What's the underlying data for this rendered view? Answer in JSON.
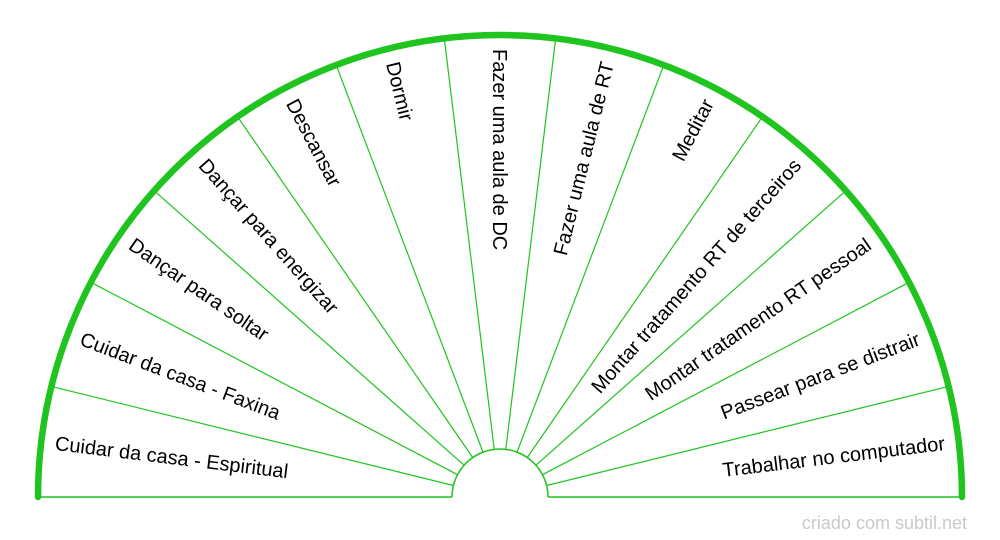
{
  "chart_data": {
    "type": "radial-fan",
    "shape": "semicircle",
    "title": "",
    "sectors": [
      "Cuidar da casa - Espiritual",
      "Cuidar da casa - Faxina",
      "Dançar para soltar",
      "Dançar para energizar",
      "Descansar",
      "Dormir",
      "Fazer uma aula de DC",
      "Fazer uma aula de RT",
      "Meditar",
      "Montar tratamento RT de terceiros",
      "Montar tratamento RT pessoal",
      "Passear para se distrair",
      "Trabalhar no computador"
    ],
    "start_angle_deg": 180,
    "end_angle_deg": 0,
    "accent_color": "#1fc41f",
    "label_color": "#000000",
    "background": "#ffffff"
  },
  "footer": {
    "watermark": "criado com subtil.net",
    "watermark_color": "#c9c9c9"
  }
}
